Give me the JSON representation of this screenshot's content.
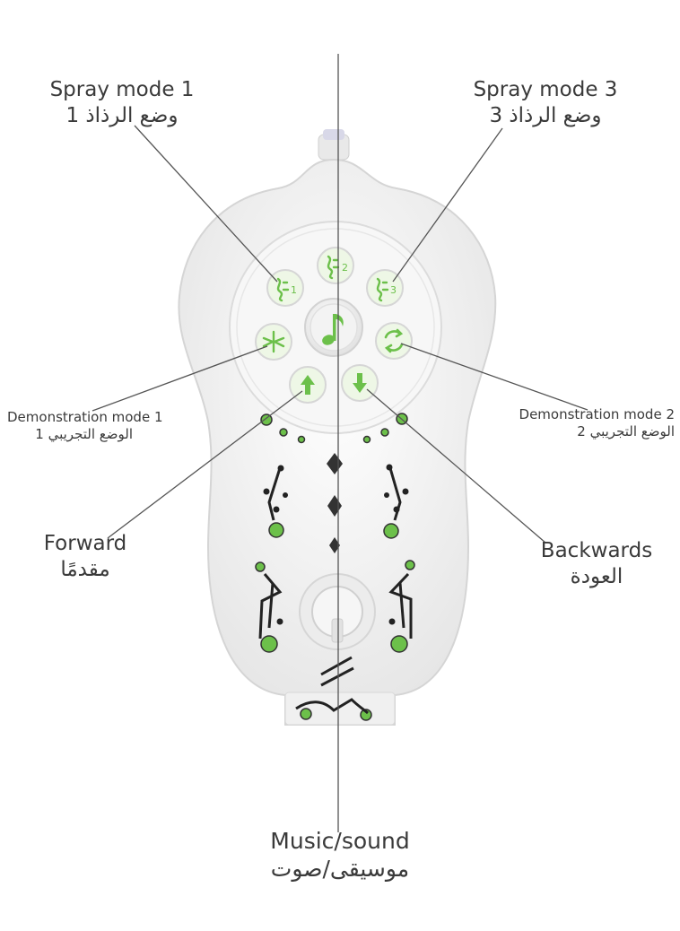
{
  "labels": {
    "spray1": {
      "en": "Spray mode 1",
      "ar": "وضع الرذاذ 1"
    },
    "spray3": {
      "en": "Spray mode 3",
      "ar": "وضع الرذاذ 3"
    },
    "demo1": {
      "en": "Demonstration mode 1",
      "ar": "الوضع التجريبي 1"
    },
    "demo2": {
      "en": "Demonstration mode 2",
      "ar": "الوضع التجريبي 2"
    },
    "forward": {
      "en": "Forward",
      "ar": "مقدمًا"
    },
    "backwards": {
      "en": "Backwards",
      "ar": "العودة"
    },
    "music": {
      "en": "Music/sound",
      "ar": "موسيقى/صوت"
    }
  },
  "buttons": {
    "spray1": {
      "icon": "spray-icon",
      "number": "1"
    },
    "spray2": {
      "icon": "spray-icon",
      "number": "2"
    },
    "spray3": {
      "icon": "spray-icon",
      "number": "3"
    },
    "music": {
      "icon": "music-note-icon"
    },
    "demo1": {
      "icon": "demo-star-icon"
    },
    "demo2": {
      "icon": "demo-cycle-icon"
    },
    "forward": {
      "icon": "arrow-up-icon"
    },
    "backwards": {
      "icon": "arrow-down-icon"
    }
  },
  "colors": {
    "accent": "#6cc04a",
    "button_bg": "#eef7e6",
    "body": "#f4f4f4",
    "line": "#555555",
    "text": "#3a3a3a"
  }
}
